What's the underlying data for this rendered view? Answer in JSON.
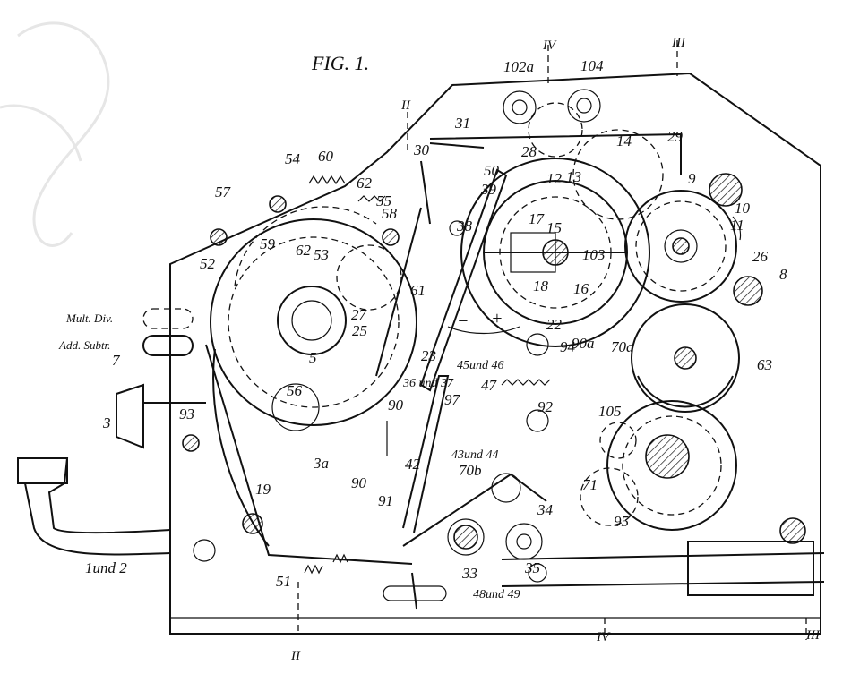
{
  "figure": {
    "title": "FIG. 1.",
    "section_markers": [
      "II",
      "II",
      "III",
      "III",
      "IV",
      "IV"
    ],
    "mode_labels": [
      "Mult. Div.",
      "Add. Subtr."
    ],
    "arrows": [
      "−",
      "+"
    ]
  },
  "part_labels": [
    "1und 2",
    "3",
    "3a",
    "5",
    "7",
    "8",
    "9",
    "10",
    "11",
    "12",
    "13",
    "14",
    "15",
    "16",
    "17",
    "18",
    "19",
    "22",
    "23",
    "25",
    "26",
    "27",
    "28",
    "29",
    "30",
    "31",
    "33",
    "34",
    "35",
    "36 und 37",
    "38",
    "39",
    "42",
    "43und 44",
    "45und 46",
    "47",
    "48und 49",
    "50",
    "51",
    "52",
    "53",
    "54",
    "55",
    "56",
    "57",
    "58",
    "59",
    "60",
    "61",
    "62",
    "62",
    "63",
    "70a",
    "70b",
    "71",
    "90",
    "90",
    "90a",
    "91",
    "92",
    "93",
    "94",
    "95",
    "97",
    "102a",
    "103",
    "104",
    "105"
  ]
}
